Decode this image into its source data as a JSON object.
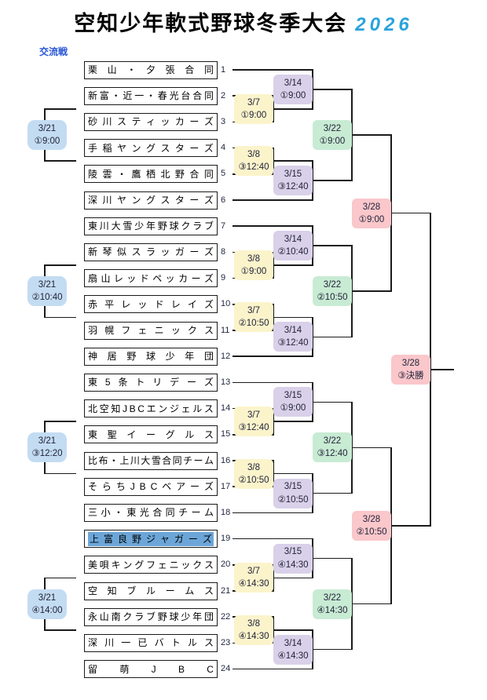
{
  "title": {
    "main": "空知少年軟式野球冬季大会",
    "year": "2026"
  },
  "exchange_label": "交流戦",
  "colors": {
    "round1_fill": "#FBF4CB",
    "round2_fill": "#D9D0E9",
    "quarterfinal_fill": "#C8EBD3",
    "final_round_fill": "#FAC7CB",
    "exchange_fill": "#C3DCF2",
    "selected_team_fill": "#6CA6D8",
    "year_accent": "#29A3DC",
    "exchange_label_color": "#2856D6"
  },
  "teams": [
    {
      "no": "1",
      "name": "栗山・夕張合同",
      "highlighted": false
    },
    {
      "no": "2",
      "name": "新富・近一・春光台合同",
      "highlighted": false
    },
    {
      "no": "3",
      "name": "砂川スティッカーズ",
      "highlighted": false
    },
    {
      "no": "4",
      "name": "手稲ヤングスターズ",
      "highlighted": false
    },
    {
      "no": "5",
      "name": "陵雲・鷹栖北野合同",
      "highlighted": false
    },
    {
      "no": "6",
      "name": "深川ヤングスターズ",
      "highlighted": false
    },
    {
      "no": "7",
      "name": "東川大雪少年野球クラブ",
      "highlighted": false
    },
    {
      "no": "8",
      "name": "新琴似スラッガーズ",
      "highlighted": false
    },
    {
      "no": "9",
      "name": "扇山レッドペッカーズ",
      "highlighted": false
    },
    {
      "no": "10",
      "name": "赤平レッドレイズ",
      "highlighted": false
    },
    {
      "no": "11",
      "name": "羽幌フェニックス",
      "highlighted": false
    },
    {
      "no": "12",
      "name": "神居野球少年団",
      "highlighted": false
    },
    {
      "no": "13",
      "name": "東5条トリデーズ",
      "highlighted": false
    },
    {
      "no": "14",
      "name": "北空知JBCエンジェルス",
      "highlighted": false
    },
    {
      "no": "15",
      "name": "東聖イーグルス",
      "highlighted": false
    },
    {
      "no": "16",
      "name": "比布・上川大雪合同チーム",
      "highlighted": false
    },
    {
      "no": "17",
      "name": "そらちJBCベアーズ",
      "highlighted": false
    },
    {
      "no": "18",
      "name": "三小・東光合同チーム",
      "highlighted": false
    },
    {
      "no": "19",
      "name": "上富良野ジャガーズ",
      "highlighted": true
    },
    {
      "no": "20",
      "name": "美唄キングフェニックス",
      "highlighted": false
    },
    {
      "no": "21",
      "name": "空知ブルームス",
      "highlighted": false
    },
    {
      "no": "22",
      "name": "永山南クラブ野球少年団",
      "highlighted": false
    },
    {
      "no": "23",
      "name": "深川一已バトルス",
      "highlighted": false
    },
    {
      "no": "24",
      "name": "留萌JBC",
      "highlighted": false
    }
  ],
  "round1": [
    {
      "date": "3/7",
      "time": "①9:00"
    },
    {
      "date": "3/8",
      "time": "③12:40"
    },
    {
      "date": "3/8",
      "time": "①9:00"
    },
    {
      "date": "3/7",
      "time": "②10:50"
    },
    {
      "date": "3/7",
      "time": "③12:40"
    },
    {
      "date": "3/8",
      "time": "②10:50"
    },
    {
      "date": "3/7",
      "time": "④14:30"
    },
    {
      "date": "3/8",
      "time": "④14:30"
    }
  ],
  "round2": [
    {
      "date": "3/14",
      "time": "①9:00"
    },
    {
      "date": "3/15",
      "time": "③12:40"
    },
    {
      "date": "3/14",
      "time": "②10:40"
    },
    {
      "date": "3/14",
      "time": "③12:40"
    },
    {
      "date": "3/15",
      "time": "①9:00"
    },
    {
      "date": "3/15",
      "time": "②10:50"
    },
    {
      "date": "3/15",
      "time": "④14:30"
    },
    {
      "date": "3/14",
      "time": "④14:30"
    }
  ],
  "quarterfinals": [
    {
      "date": "3/22",
      "time": "①9:00"
    },
    {
      "date": "3/22",
      "time": "②10:50"
    },
    {
      "date": "3/22",
      "time": "③12:40"
    },
    {
      "date": "3/22",
      "time": "④14:30"
    }
  ],
  "semifinals": [
    {
      "date": "3/28",
      "time": "①9:00"
    },
    {
      "date": "3/28",
      "time": "②10:50"
    }
  ],
  "final": {
    "date": "3/28",
    "time": "③決勝"
  },
  "exchange": [
    {
      "date": "3/21",
      "time": "①9:00"
    },
    {
      "date": "3/21",
      "time": "②10:40"
    },
    {
      "date": "3/21",
      "time": "③12:20"
    },
    {
      "date": "3/21",
      "time": "④14:00"
    }
  ]
}
